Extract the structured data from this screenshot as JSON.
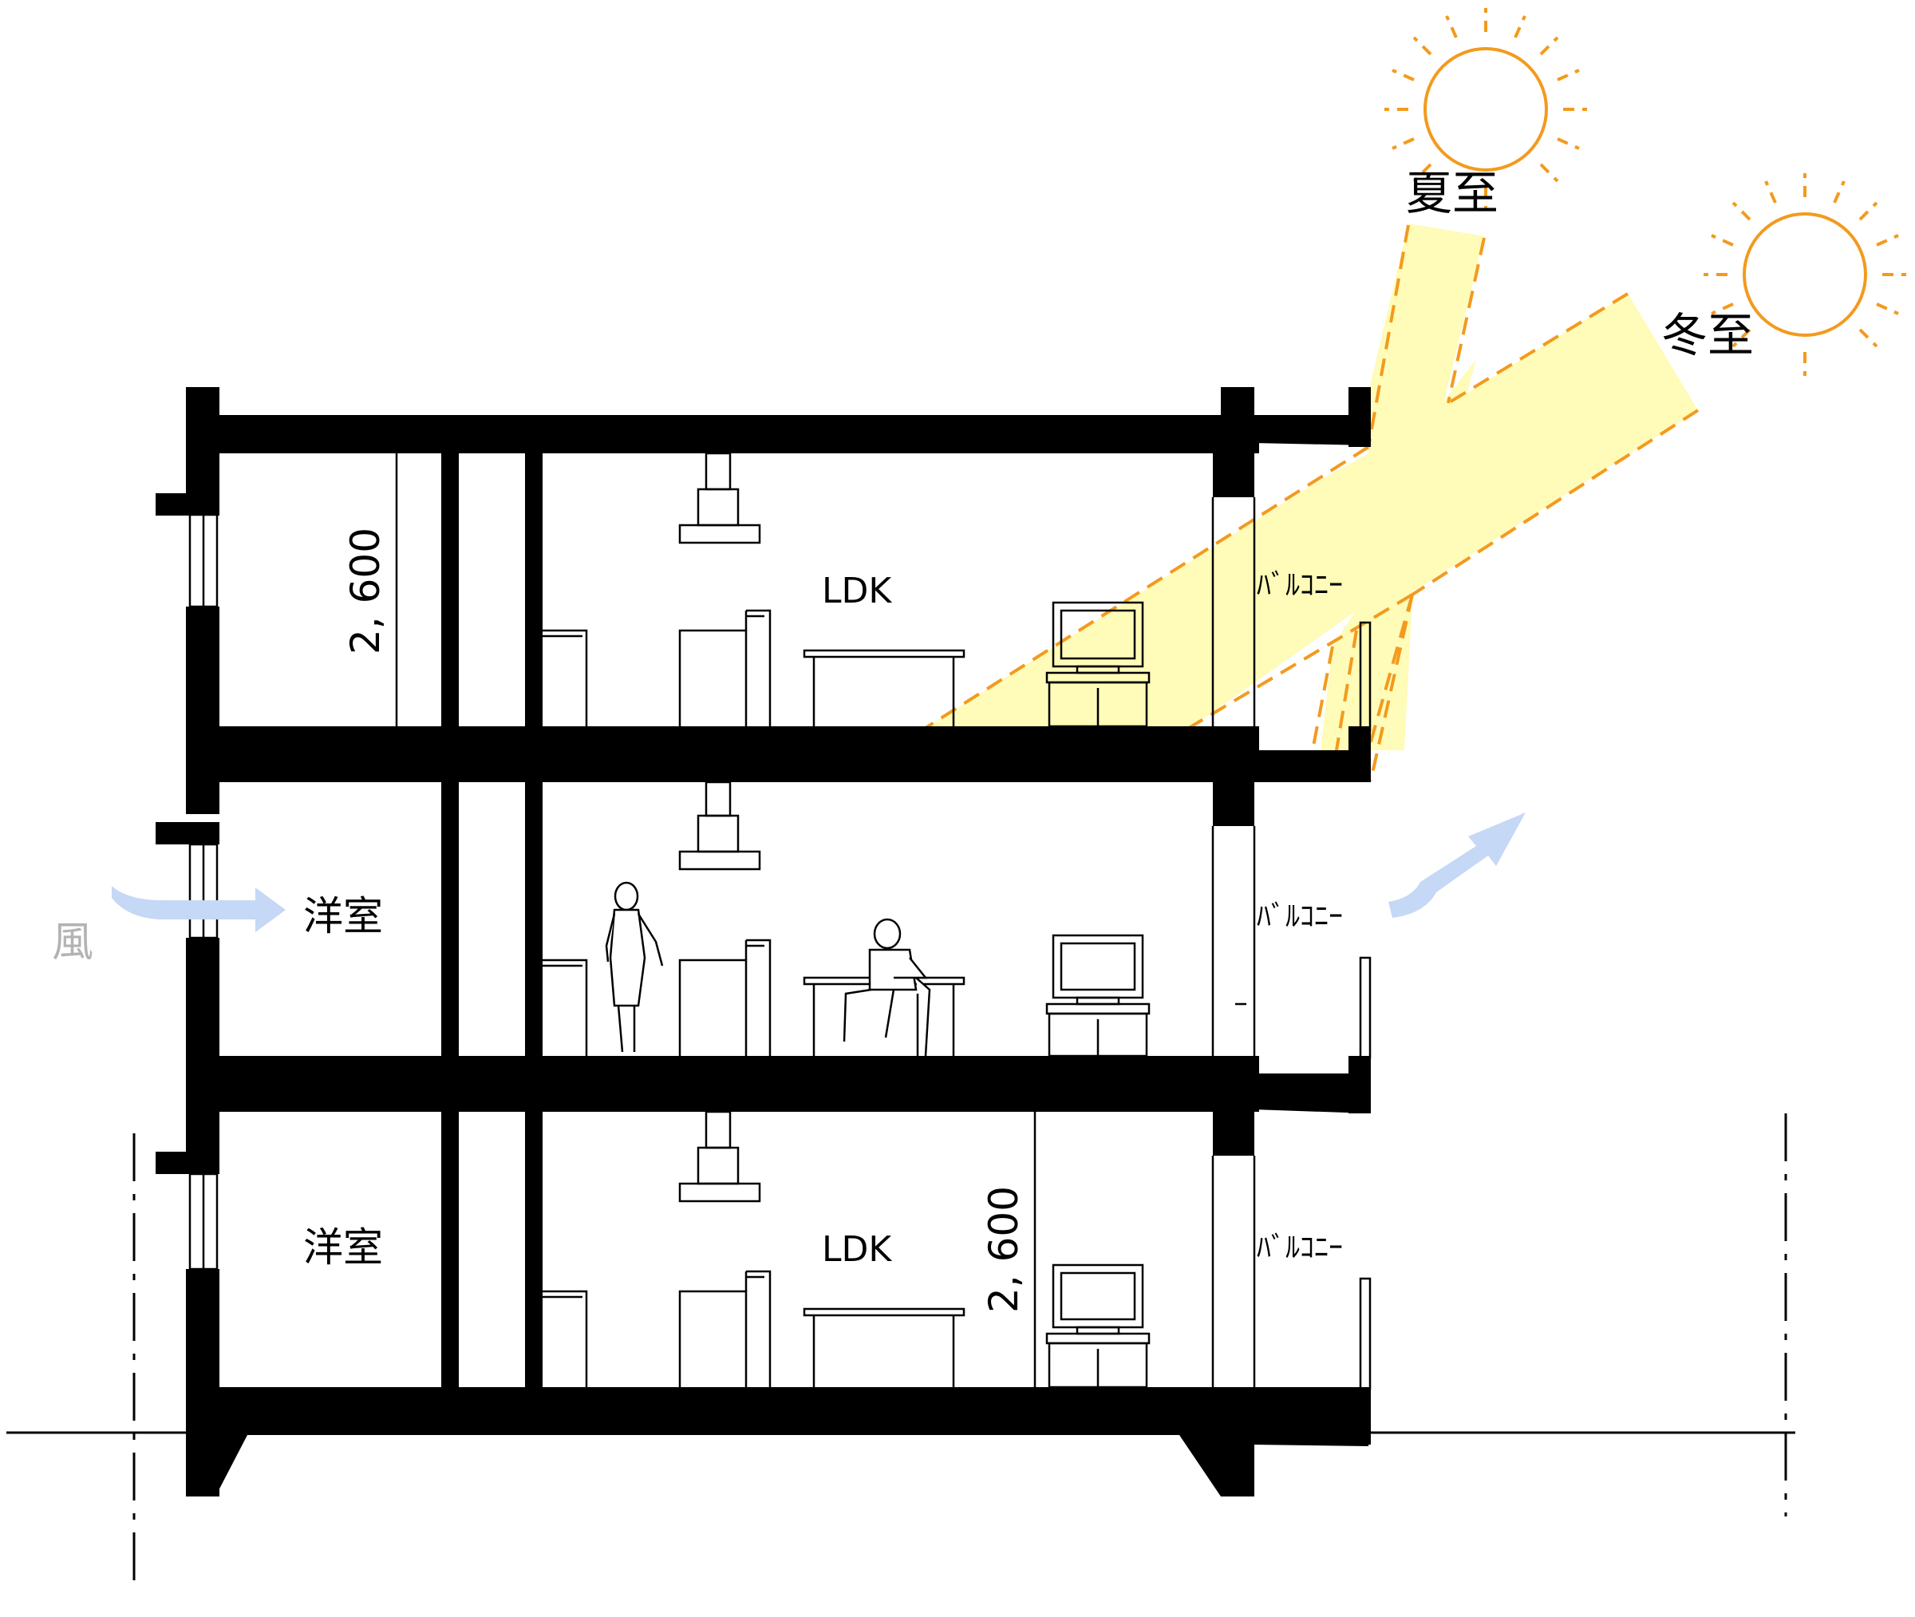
{
  "labels": {
    "ldk_top": "LDK",
    "ldk_bottom": "LDK",
    "yoshitsu_middle": "洋室",
    "yoshitsu_bottom": "洋室",
    "balcony_top": "ﾊﾞﾙｺﾆｰ",
    "balcony_middle": "ﾊﾞﾙｺﾆｰ",
    "balcony_bottom": "ﾊﾞﾙｺﾆｰ",
    "height_top": "2, 600",
    "height_bottom": "2, 600",
    "summer_solstice": "夏至",
    "winter_solstice": "冬至",
    "wind": "風"
  },
  "colors": {
    "structure": "#000000",
    "sun": "#f39a1e",
    "sunlight_fill": "#fffbb8",
    "sunlight_edge": "#f39a1e",
    "wind_arrow": "#c5d8f5",
    "wind_text": "#b3b3b3"
  },
  "icons": [
    "sun-summer-icon",
    "sun-winter-icon",
    "wind-arrow-icon",
    "person-standing-icon",
    "person-seated-icon",
    "tv-icon",
    "range-hood-icon"
  ]
}
